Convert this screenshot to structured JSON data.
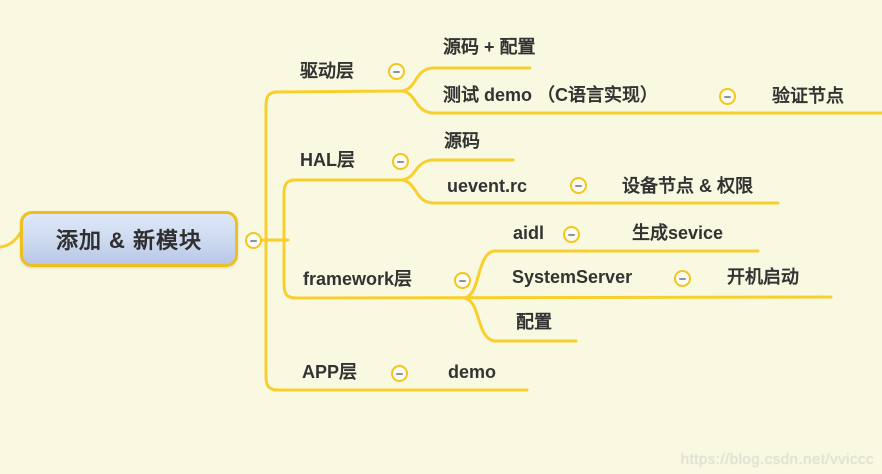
{
  "app": "mindmap",
  "colors": {
    "background": "#f9f9e1",
    "branch_line": "#f9cf2d",
    "root_border": "#eec01f",
    "root_fill_top": "#dde8f8",
    "root_fill_bottom": "#b7c7e6",
    "text": "#333333",
    "collapse_minus": "#8e90ab"
  },
  "root": {
    "label": "添加 & 新模块"
  },
  "branches": [
    {
      "label": "驱动层",
      "children": [
        {
          "label": "源码 + 配置"
        },
        {
          "label": "测试 demo （C语言实现）",
          "children": [
            {
              "label": "验证节点"
            }
          ]
        }
      ]
    },
    {
      "label": "HAL层",
      "children": [
        {
          "label": "源码"
        },
        {
          "label": "uevent.rc",
          "children": [
            {
              "label": "设备节点 & 权限"
            }
          ]
        }
      ]
    },
    {
      "label": "framework层",
      "children": [
        {
          "label": "aidl",
          "children": [
            {
              "label": "生成sevice"
            }
          ]
        },
        {
          "label": "SystemServer",
          "children": [
            {
              "label": "开机启动"
            }
          ]
        },
        {
          "label": "配置"
        }
      ]
    },
    {
      "label": "APP层",
      "children": [
        {
          "label": "demo"
        }
      ]
    }
  ],
  "watermark": "https://blog.csdn.net/vviccc"
}
